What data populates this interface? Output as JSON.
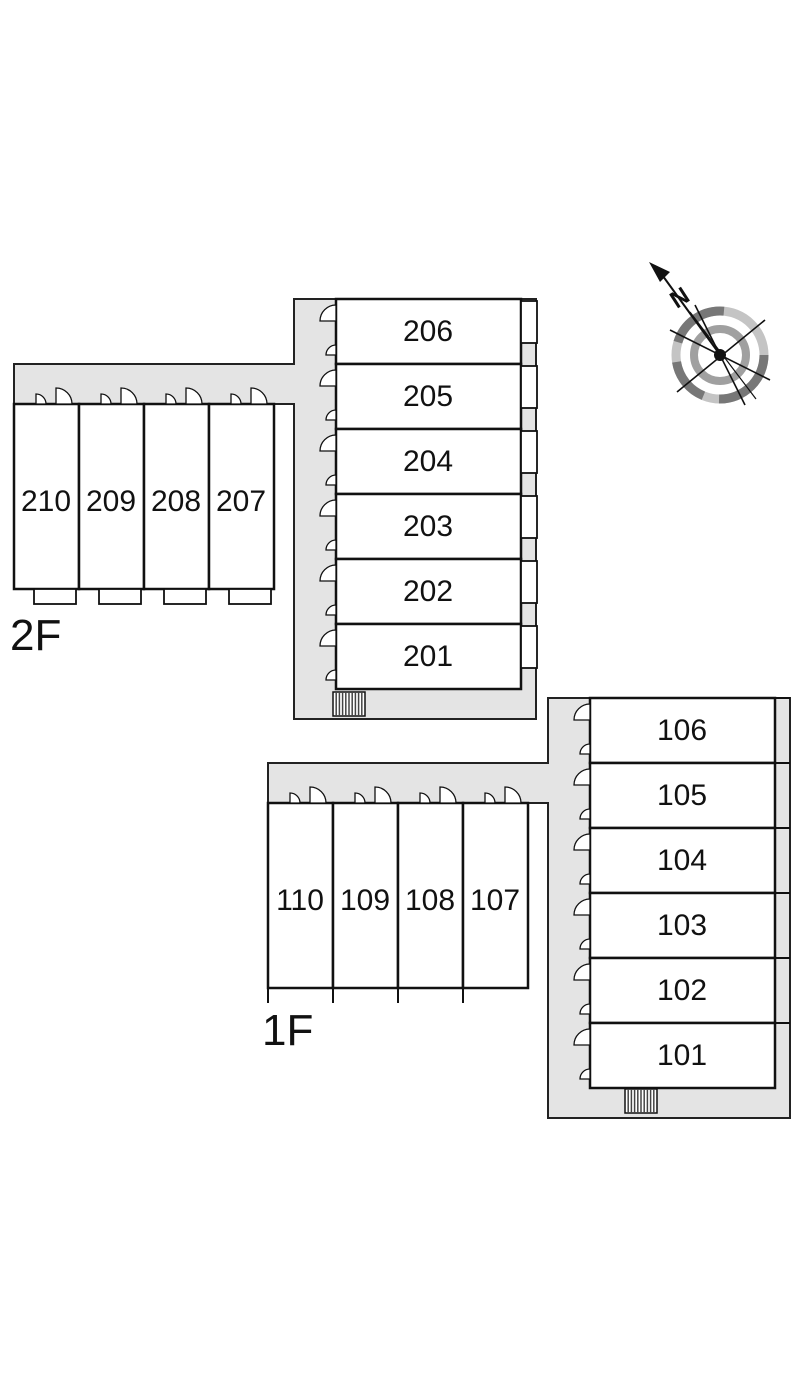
{
  "floors": {
    "second": {
      "label": "2F",
      "rooms_left": [
        "210",
        "209",
        "208",
        "207"
      ],
      "rooms_right": [
        "206",
        "205",
        "204",
        "203",
        "202",
        "201"
      ]
    },
    "first": {
      "label": "1F",
      "rooms_left": [
        "110",
        "109",
        "108",
        "107"
      ],
      "rooms_right": [
        "106",
        "105",
        "104",
        "103",
        "102",
        "101"
      ]
    }
  },
  "compass": {
    "letter": "N",
    "icon": "compass-icon"
  }
}
